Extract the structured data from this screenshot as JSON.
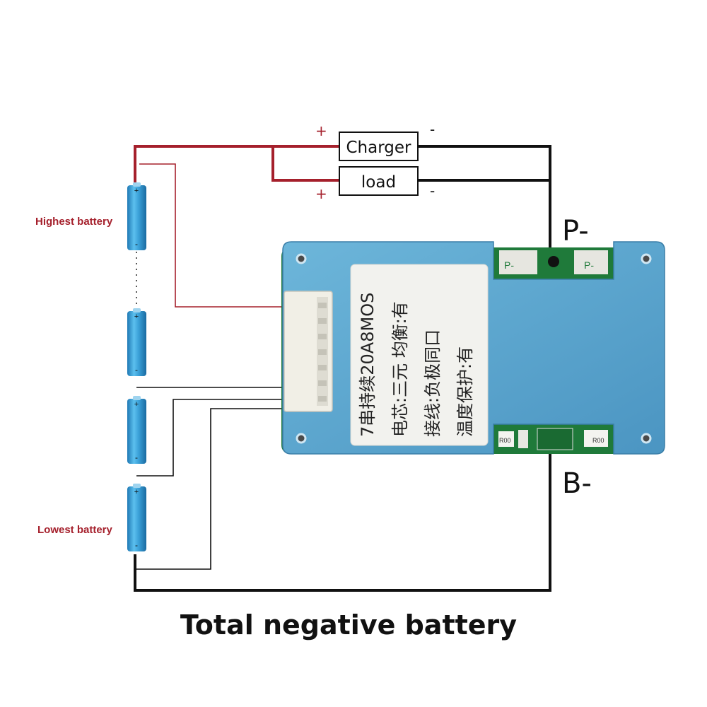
{
  "labels": {
    "highest_battery": "Highest battery",
    "lowest_battery": "Lowest battery",
    "charger": "Charger",
    "load": "load",
    "charger_plus": "+",
    "charger_minus": "-",
    "load_plus": "+",
    "load_minus": "-",
    "p_minus": "P-",
    "b_minus": "B-",
    "footer": "Total negative battery"
  },
  "board": {
    "sticker_lines": [
      "7串持续20A8MOS",
      "电芯:三元  均衡:有",
      "接线:负极同口",
      "温度保护:有"
    ],
    "pad_label_p1": "P-",
    "pad_label_p2": "P-",
    "resistor_label_1": "R00",
    "resistor_label_2": "R00"
  },
  "cells": [
    {
      "plus": "+",
      "minus": "-"
    },
    {
      "plus": "+",
      "minus": "-"
    },
    {
      "plus": "+",
      "minus": "-"
    },
    {
      "plus": "+",
      "minus": "-"
    }
  ],
  "colors": {
    "red_wire": "#a5202c",
    "black_wire": "#111111",
    "cell_blue": "#3aa0d8",
    "board_blue": "#5fa8cf",
    "pcb_green": "#1f7a3a"
  }
}
